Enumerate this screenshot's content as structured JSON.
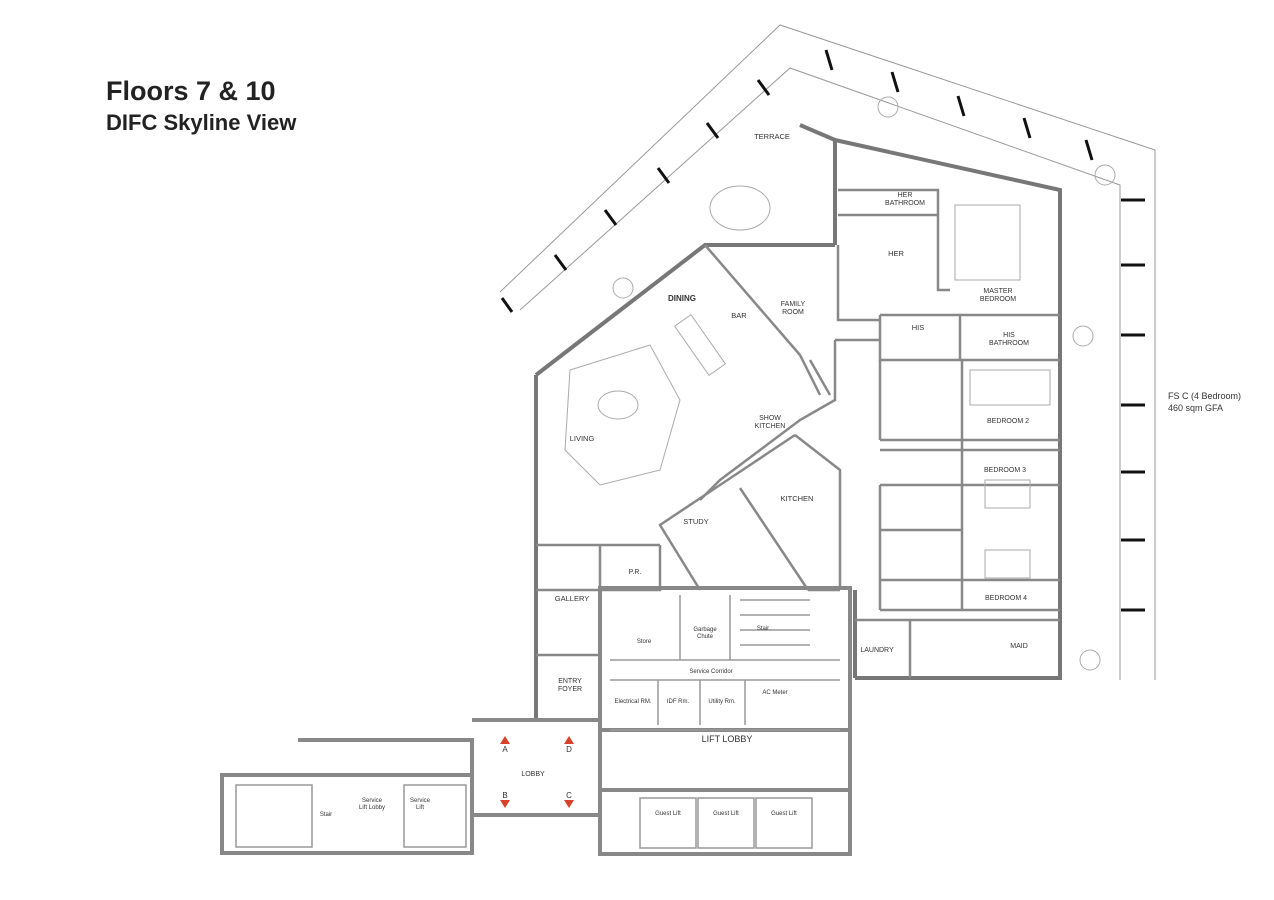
{
  "header": {
    "title": "Floors 7 & 10",
    "subtitle": "DIFC Skyline View"
  },
  "unit_info": {
    "type": "FS C (4 Bedroom)",
    "area": "460 sqm GFA"
  },
  "rooms": {
    "terrace": "TERRACE",
    "her_bathroom": "HER\nBATHROOM",
    "her": "HER",
    "master_bedroom": "MASTER\nBEDROOM",
    "dining": "DINING",
    "bar": "BAR",
    "family_room": "FAMILY\nROOM",
    "his": "HIS",
    "his_bathroom": "HIS\nBATHROOM",
    "living": "LIVING",
    "show_kitchen": "SHOW\nKITCHEN",
    "bedroom2": "BEDROOM 2",
    "bedroom3": "BEDROOM 3",
    "kitchen": "KITCHEN",
    "study": "STUDY",
    "pr": "P.R.",
    "bedroom4": "BEDROOM 4",
    "gallery": "GALLERY",
    "store": "Store",
    "garbage_chute": "Garbage\nChute",
    "stair_main": "Stair",
    "service_corridor": "Service Corridor",
    "laundry": "LAUNDRY",
    "maid": "MAID",
    "entry_foyer": "ENTRY\nFOYER",
    "electrical_rm": "Electrical RM.",
    "idf_rm": "IDF Rm.",
    "utility_rm": "Utility Rm.",
    "ac_meter": "AC Meter",
    "lift_lobby": "LIFT LOBBY",
    "lobby": "LOBBY",
    "stair_service": "Stair",
    "service_lift_lobby": "Service\nLift Lobby",
    "service_lift": "Service\nLift",
    "guest_lift_1": "Guest Lift",
    "guest_lift_2": "Guest Lift",
    "guest_lift_3": "Guest Lift"
  },
  "markers": {
    "a": "A",
    "b": "B",
    "c": "C",
    "d": "D"
  },
  "colors": {
    "wall": "#8a8a8a",
    "wall_fill": "#e8e8e8",
    "line": "#555555",
    "marker": "#d9412b"
  }
}
